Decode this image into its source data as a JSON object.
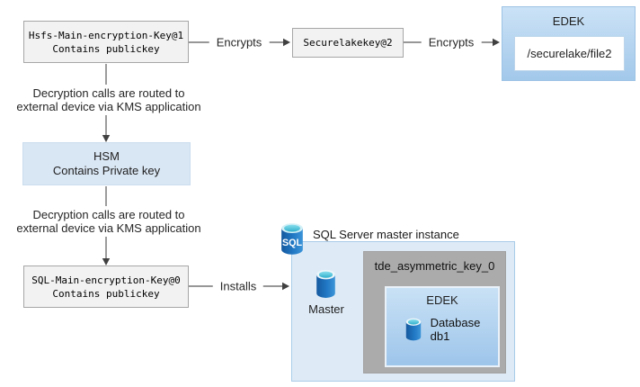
{
  "colors": {
    "key_box_bg": "#F2F2F2",
    "key_box_border": "#A6A6A6",
    "hsm_bg": "#D9E6F3",
    "edek_box_gradient_top": "#CBE2F6",
    "edek_box_gradient_bottom": "#A2C8EA",
    "sql_outer_bg": "#DEEBF7",
    "sql_outer_border": "#A8CBE8",
    "tde_box_bg": "#ABABAB",
    "arrow": "#595959",
    "database_blue": "#2178C4",
    "database_top_cyan": "#45BFD9"
  },
  "nodes": {
    "hsfs_key": {
      "line1": "Hsfs-Main-encryption-Key@1",
      "line2": "Contains publickey"
    },
    "securelake_key": {
      "label": "Securelakekey@2"
    },
    "edek_file": {
      "title": "EDEK",
      "file": "/securelake/file2"
    },
    "kms_note_top": {
      "line1": "Decryption calls are routed to",
      "line2": "external device via KMS application"
    },
    "hsm": {
      "line1": "HSM",
      "line2": "Contains Private key"
    },
    "kms_note_bottom": {
      "line1": "Decryption calls are routed to",
      "line2": "external device via KMS application"
    },
    "sql_key": {
      "line1": "SQL-Main-encryption-Key@0",
      "line2": "Contains publickey"
    },
    "sql_server": {
      "title": "SQL Server master instance",
      "sql_icon_text": "SQL",
      "master_label": "Master",
      "tde_key_title": "tde_asymmetric_key_0",
      "edek_title": "EDEK",
      "database_line1": "Database",
      "database_line2": "db1"
    }
  },
  "edges": {
    "encrypts_1": "Encrypts",
    "encrypts_2": "Encrypts",
    "installs": "Installs"
  }
}
